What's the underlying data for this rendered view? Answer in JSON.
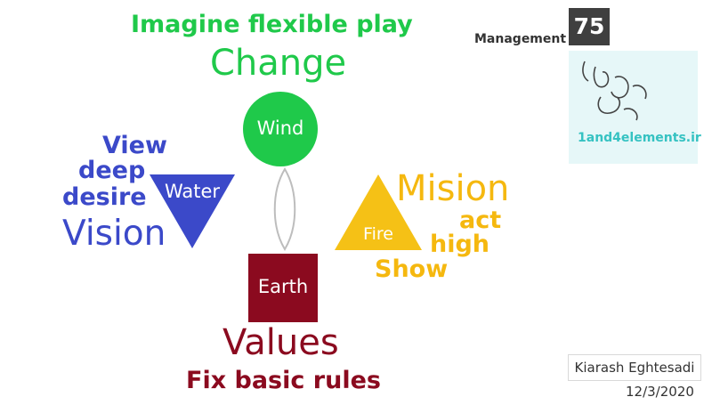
{
  "top": {
    "subtitle": "Imagine flexible play",
    "title": "Change"
  },
  "elements": {
    "wind": "Wind",
    "water": "Water",
    "fire": "Fire",
    "earth": "Earth"
  },
  "water_words": {
    "line1": "View",
    "line2": "deep",
    "line3": "desire",
    "line4": "Vision"
  },
  "fire_words": {
    "line1": "Mision",
    "line2": "act",
    "line3": "high",
    "line4": "Show"
  },
  "earth_words": {
    "line1": "Values",
    "line2": "Fix basic rules"
  },
  "side": {
    "category": "Management",
    "number": "75",
    "site": "1and4elements.ir",
    "author": "Kiarash Eghtesadi",
    "date": "12/3/2020"
  },
  "colors": {
    "wind": "#1fc94a",
    "water": "#3b49c9",
    "fire": "#f5c116",
    "earth": "#8b0a1f"
  }
}
